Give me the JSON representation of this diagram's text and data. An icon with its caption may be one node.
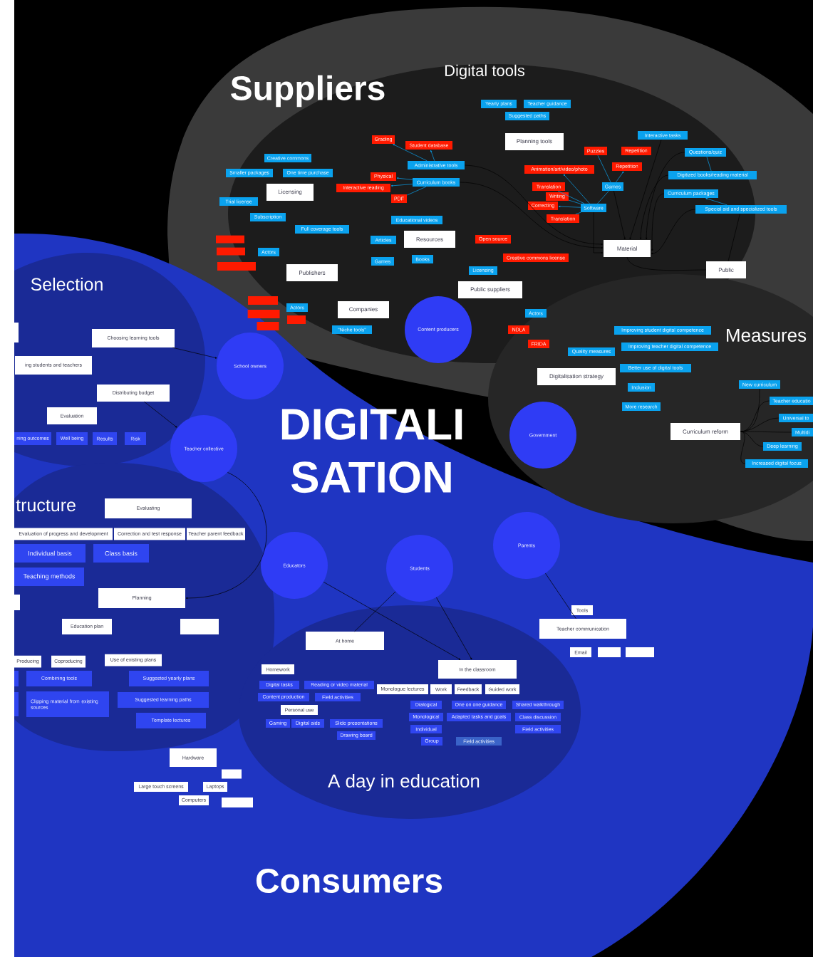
{
  "diagram": {
    "nodes": [
      {
        "text": [
          "Suppliers",
          "Digital tools"
        ]
      },
      {
        "text": [
          "Consumers"
        ]
      },
      {
        "text": [
          "Measures"
        ]
      },
      {
        "text": [
          "Selection"
        ],
        "in": 1
      },
      {
        "text": [
          "tructure"
        ],
        "in": 1
      },
      {
        "text": [
          "A day in education"
        ],
        "in": 1
      },
      {
        "text": [
          "Yearly plans"
        ],
        "in": 0
      },
      {
        "text": [
          "Teacher guidance"
        ],
        "in": 0
      },
      {
        "text": [
          "Suggested paths"
        ],
        "in": 0
      },
      {
        "text": [
          "Planning tools"
        ],
        "in": 0
      },
      {
        "text": [
          "Grading"
        ],
        "in": 0
      },
      {
        "text": [
          "Student database"
        ],
        "in": 0
      },
      {
        "text": [
          "Administrative tools"
        ],
        "in": 0
      },
      {
        "text": [
          "Physical"
        ],
        "in": 0
      },
      {
        "text": [
          "Curriculum books"
        ],
        "in": 0
      },
      {
        "text": [
          "Interactive reading"
        ],
        "in": 0
      },
      {
        "text": [
          "PDF"
        ],
        "in": 0
      },
      {
        "text": [
          "Creative commons"
        ],
        "in": 0
      },
      {
        "text": [
          "Smaller packages"
        ],
        "in": 0
      },
      {
        "text": [
          "One time purchase"
        ],
        "in": 0
      },
      {
        "text": [
          "Licensing"
        ],
        "in": 0
      },
      {
        "text": [
          "Trial license"
        ],
        "in": 0
      },
      {
        "text": [
          "Subscription"
        ],
        "in": 0
      },
      {
        "text": [
          "Full coverage tools"
        ],
        "in": 0
      },
      {
        "text": [
          "Educational videos"
        ],
        "in": 0
      },
      {
        "text": [
          "Animation/art/video/photo"
        ],
        "in": 0
      },
      {
        "text": [
          "Translation"
        ],
        "in": 0
      },
      {
        "text": [
          "Writing"
        ],
        "in": 0
      },
      {
        "text": [
          "Correcting"
        ],
        "in": 0
      },
      {
        "text": [
          "Translation"
        ],
        "in": 0
      },
      {
        "text": [
          "Software"
        ],
        "in": 0
      },
      {
        "text": [
          "Puzzles"
        ],
        "in": 0
      },
      {
        "text": [
          "Repetition"
        ],
        "in": 0
      },
      {
        "text": [
          "Repetition"
        ],
        "in": 0
      },
      {
        "text": [
          "Games"
        ],
        "in": 0
      },
      {
        "text": [
          "Interactive tasks"
        ],
        "in": 0
      },
      {
        "text": [
          "Questions/quiz"
        ],
        "in": 0
      },
      {
        "text": [
          "Digitized books/reading material"
        ],
        "in": 0
      },
      {
        "text": [
          "Curriculum packages"
        ],
        "in": 0
      },
      {
        "text": [
          "Special aid and specialized tools"
        ],
        "in": 0
      },
      {
        "text": [
          "Material"
        ],
        "in": 0
      },
      {
        "text": [
          "Public"
        ],
        "in": 0
      },
      {
        "text": [],
        "shape": "box",
        "in": 0
      },
      {
        "text": [],
        "shape": "box",
        "in": 0
      },
      {
        "text": [],
        "shape": "box",
        "in": 0
      },
      {
        "text": [
          "Actors"
        ],
        "in": 0
      },
      {
        "text": [
          "Publishers"
        ],
        "in": 0
      },
      {
        "text": [
          "Articles"
        ],
        "in": 0
      },
      {
        "text": [
          "Games"
        ],
        "in": 0
      },
      {
        "text": [
          "Resources"
        ],
        "in": 0
      },
      {
        "text": [
          "Books"
        ],
        "in": 0
      },
      {
        "text": [
          "Open source"
        ],
        "in": 0
      },
      {
        "text": [
          "Creative commons license"
        ],
        "in": 0
      },
      {
        "text": [
          "Licensing"
        ],
        "in": 0
      },
      {
        "text": [
          "Public suppliers"
        ],
        "in": 0
      },
      {
        "text": [],
        "shape": "box",
        "in": 0
      },
      {
        "text": [],
        "shape": "box",
        "in": 0
      },
      {
        "text": [],
        "shape": "box"
      },
      {
        "text": [
          "Actors"
        ],
        "in": 0
      },
      {
        "text": [],
        "shape": "box",
        "in": 0
      },
      {
        "text": [
          "Companies"
        ],
        "in": 0
      },
      {
        "text": [
          "\"Niche tools\""
        ],
        "in": 0
      },
      {
        "text": [
          "Content producers"
        ],
        "in": 0
      },
      {
        "text": [
          "Actors"
        ],
        "in": 0
      },
      {
        "text": [
          "NDLA"
        ],
        "in": 0
      },
      {
        "text": [
          "FRIDA"
        ],
        "in": 2
      },
      {
        "text": [
          "Improving student digital competence"
        ],
        "in": 2
      },
      {
        "text": [
          "Improving teacher digital competence"
        ],
        "in": 2
      },
      {
        "text": [
          "Quality measures"
        ],
        "in": 2
      },
      {
        "text": [
          "Digitalisation strategy"
        ],
        "in": 2
      },
      {
        "text": [
          "Better use of digital tools"
        ],
        "in": 2
      },
      {
        "text": [
          "Inclusion"
        ],
        "in": 2
      },
      {
        "text": [
          "More research"
        ],
        "in": 2
      },
      {
        "text": [
          "Government"
        ],
        "in": 2
      },
      {
        "text": [
          "Curriculum reform"
        ],
        "in": 2
      },
      {
        "text": [
          "New curriculum"
        ],
        "in": 2
      },
      {
        "text": [
          "Teacher educatio"
        ],
        "in": 2
      },
      {
        "text": [
          "Universal to"
        ],
        "in": 2
      },
      {
        "text": [
          "Multidi"
        ],
        "in": 2
      },
      {
        "text": [
          "Deep learning"
        ],
        "in": 2
      },
      {
        "text": [
          "Increased digital focus"
        ],
        "in": 2
      },
      {
        "text": [
          "School owners"
        ],
        "in": 1
      },
      {
        "text": [
          "Choosing learning tools"
        ],
        "in": 3
      },
      {
        "text": [],
        "shape": "box",
        "in": 3
      },
      {
        "text": [
          "ing students and teachers"
        ],
        "in": 3
      },
      {
        "text": [
          "Distributing budget"
        ],
        "in": 3
      },
      {
        "text": [
          "Evaluation"
        ],
        "in": 3
      },
      {
        "text": [
          "ning outcomes"
        ],
        "in": 3
      },
      {
        "text": [
          "Well being"
        ],
        "in": 3
      },
      {
        "text": [
          "Results"
        ],
        "in": 3
      },
      {
        "text": [
          "Risk"
        ],
        "in": 3
      },
      {
        "text": [
          "Teacher collective"
        ],
        "in": 1
      },
      {
        "text": [
          "Evaluating"
        ],
        "in": 4
      },
      {
        "text": [
          "Evaluation of progress and development"
        ],
        "in": 4
      },
      {
        "text": [
          "Correction and test response"
        ],
        "in": 4
      },
      {
        "text": [
          "Teacher parent feedback"
        ],
        "in": 4
      },
      {
        "text": [
          "Individual basis"
        ],
        "in": 4
      },
      {
        "text": [
          "Class basis"
        ],
        "in": 4
      },
      {
        "text": [
          "Teaching methods"
        ],
        "in": 4
      },
      {
        "text": [],
        "shape": "box",
        "in": 4
      },
      {
        "text": [
          "Planning"
        ],
        "in": 4
      },
      {
        "text": [
          "Education plan"
        ],
        "in": 4
      },
      {
        "text": [],
        "shape": "box",
        "in": 4
      },
      {
        "text": [
          "Producing"
        ],
        "in": 4
      },
      {
        "text": [
          "Coproducing"
        ],
        "in": 4
      },
      {
        "text": [
          "Use of existing plans"
        ],
        "in": 4
      },
      {
        "text": [],
        "shape": "box",
        "in": 4
      },
      {
        "text": [
          "Combining tools"
        ],
        "in": 4
      },
      {
        "text": [
          "Suggested yearly plans"
        ],
        "in": 4
      },
      {
        "text": [],
        "shape": "box",
        "in": 4
      },
      {
        "text": [
          "Clipping material from existing sources"
        ],
        "in": 4
      },
      {
        "text": [
          "Suggested learning paths"
        ],
        "in": 4
      },
      {
        "text": [
          "Template lectures"
        ],
        "in": 4
      },
      {
        "text": [
          "Hardware"
        ],
        "in": 1
      },
      {
        "text": [],
        "shape": "box",
        "in": 1
      },
      {
        "text": [
          "Large touch screens"
        ],
        "in": 1
      },
      {
        "text": [
          "Laptops"
        ],
        "in": 1
      },
      {
        "text": [
          "Computers"
        ],
        "in": 1
      },
      {
        "text": [],
        "shape": "box",
        "in": 1
      },
      {
        "text": [
          "Educators"
        ],
        "in": 1
      },
      {
        "text": [
          "Students"
        ],
        "in": 1
      },
      {
        "text": [
          "Parents"
        ],
        "in": 1
      },
      {
        "text": [
          "Tools"
        ],
        "in": 1
      },
      {
        "text": [
          "Teacher communication"
        ],
        "in": 1
      },
      {
        "text": [
          "Email"
        ],
        "in": 1
      },
      {
        "text": [],
        "shape": "box",
        "in": 1
      },
      {
        "text": [],
        "shape": "box",
        "in": 1
      },
      {
        "text": [
          "At home"
        ],
        "in": 5
      },
      {
        "text": [
          "In the classroom"
        ],
        "in": 5
      },
      {
        "text": [
          "Homework"
        ],
        "in": 5
      },
      {
        "text": [
          "Digital tasks"
        ],
        "in": 5
      },
      {
        "text": [
          "Reading or video material"
        ],
        "in": 5
      },
      {
        "text": [
          "Content production"
        ],
        "in": 5
      },
      {
        "text": [
          "Field activities"
        ],
        "in": 5
      },
      {
        "text": [
          "Personal use"
        ],
        "in": 5
      },
      {
        "text": [
          "Gaming"
        ],
        "in": 5
      },
      {
        "text": [
          "Digital aids"
        ],
        "in": 5
      },
      {
        "text": [
          "Slide presentations"
        ],
        "in": 5
      },
      {
        "text": [
          "Drawing board"
        ],
        "in": 5
      },
      {
        "text": [
          "Monologue lectures"
        ],
        "in": 5
      },
      {
        "text": [
          "Work"
        ],
        "in": 5
      },
      {
        "text": [
          "Feedback"
        ],
        "in": 5
      },
      {
        "text": [
          "Guided work"
        ],
        "in": 5
      },
      {
        "text": [
          "Dialogical"
        ],
        "in": 5
      },
      {
        "text": [
          "Monological"
        ],
        "in": 5
      },
      {
        "text": [
          "Individual"
        ],
        "in": 5
      },
      {
        "text": [
          "Group"
        ],
        "in": 5
      },
      {
        "text": [
          "One on one guidance"
        ],
        "in": 5
      },
      {
        "text": [
          "Adapted tasks and goals"
        ],
        "in": 5
      },
      {
        "text": [
          "Field activities"
        ],
        "in": 5
      },
      {
        "text": [
          "Shared walkthrough"
        ],
        "in": 5
      },
      {
        "text": [
          "Class discussion"
        ],
        "in": 5
      },
      {
        "text": [
          "Field activities"
        ],
        "in": 5
      }
    ],
    "edges": [
      {
        "from": 12,
        "to": 10,
        "arrow": "to",
        "color": "#0aa2ee"
      },
      {
        "from": 12,
        "to": 11,
        "arrow": "to",
        "color": "#0aa2ee"
      },
      {
        "from": 14,
        "to": 13,
        "arrow": "to",
        "color": "#0aa2ee"
      },
      {
        "from": 14,
        "to": 15,
        "arrow": "to",
        "color": "#0aa2ee"
      },
      {
        "from": 14,
        "to": 16,
        "arrow": "none",
        "color": "#0aa2ee"
      },
      {
        "from": 30,
        "to": 25,
        "arrow": "to",
        "color": "#0aa2ee"
      },
      {
        "from": 30,
        "to": 26,
        "arrow": "none",
        "color": "#0aa2ee"
      },
      {
        "from": 30,
        "to": 27,
        "arrow": "none",
        "color": "#0aa2ee"
      },
      {
        "from": 30,
        "to": 28,
        "arrow": "to",
        "color": "#0aa2ee"
      },
      {
        "from": 30,
        "to": 29,
        "arrow": "none",
        "color": "#0aa2ee"
      },
      {
        "from": 30,
        "to": 34,
        "arrow": "none",
        "color": "#0aa2ee"
      },
      {
        "from": 34,
        "to": 31,
        "arrow": "none",
        "color": "#0aa2ee"
      },
      {
        "from": 34,
        "to": 33,
        "arrow": "to",
        "color": "#0aa2ee"
      },
      {
        "from": 36,
        "to": 37,
        "arrow": "none",
        "color": "#0aa2ee"
      },
      {
        "from": 39,
        "to": 38,
        "arrow": "to",
        "color": "#0aa2ee"
      },
      {
        "from": 12,
        "to": 40,
        "arrow": "to"
      },
      {
        "from": 14,
        "to": 40,
        "arrow": "to"
      },
      {
        "from": 30,
        "to": 40,
        "arrow": "to"
      },
      {
        "from": 34,
        "to": 40,
        "arrow": "to"
      },
      {
        "from": 35,
        "to": 40,
        "arrow": "to"
      },
      {
        "from": 36,
        "to": 40,
        "arrow": "to"
      },
      {
        "from": 37,
        "to": 40,
        "arrow": "to"
      },
      {
        "from": 38,
        "to": 40,
        "arrow": "to"
      },
      {
        "from": 39,
        "to": 40,
        "arrow": "to"
      },
      {
        "from": 40,
        "to": 41,
        "arrow": "none"
      },
      {
        "from": 41,
        "to": 39,
        "arrow": "none"
      },
      {
        "from": 74,
        "to": 75,
        "arrow": "none"
      },
      {
        "from": 74,
        "to": 76,
        "arrow": "none"
      },
      {
        "from": 74,
        "to": 77,
        "arrow": "none"
      },
      {
        "from": 74,
        "to": 78,
        "arrow": "none"
      },
      {
        "from": 74,
        "to": 79,
        "arrow": "none"
      },
      {
        "from": 74,
        "to": 80,
        "arrow": "none"
      },
      {
        "from": 82,
        "to": 81,
        "arrow": "to"
      },
      {
        "from": 85,
        "to": 91,
        "arrow": "to"
      },
      {
        "from": 91,
        "to": 100,
        "arrow": "to"
      },
      {
        "from": 120,
        "to": 127,
        "arrow": "none"
      },
      {
        "from": 119,
        "to": 128,
        "arrow": "to"
      },
      {
        "from": 120,
        "to": 128,
        "arrow": "to"
      },
      {
        "from": 121,
        "to": 123,
        "arrow": "none"
      }
    ],
    "labels": [
      "DIGITALI SATION"
    ]
  }
}
